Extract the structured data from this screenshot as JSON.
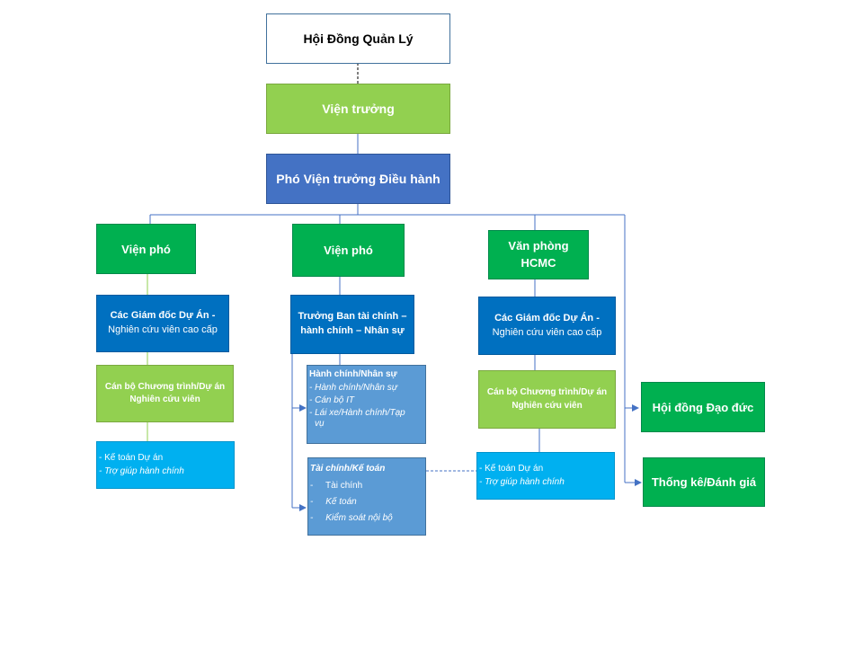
{
  "board": "Hội Đồng Quản Lý",
  "director": "Viện trưởng",
  "executive_deputy": "Phó Viện trưởng Điều hành",
  "deputy_left": "Viện phó",
  "deputy_middle": "Viện phó",
  "hcmc_office": {
    "line1": "Văn phòng",
    "line2": "HCMC"
  },
  "left_column": {
    "project_directors": {
      "line1": "Các Giám đốc Dự Án -",
      "line2": "Nghiên cứu viên cao cấp"
    },
    "program_staff": {
      "line1": "Cán bộ Chương trình/Dự án",
      "line2": "Nghiên cứu viên"
    },
    "support": {
      "item1": "- Kế toán Dự án",
      "item2": "-  Trợ giúp hành chính"
    }
  },
  "middle_column": {
    "finance_head": {
      "line1": "Trưởng Ban tài chính –",
      "line2": "hành chính – Nhân sự"
    },
    "hr_admin": {
      "title": "Hành chính/Nhân sự",
      "items": [
        "- Hành chính/Nhân sự",
        "-  Cán bộ IT",
        "-  Lái xe/Hành chính/Tạp",
        "vụ"
      ]
    },
    "finance_accounting": {
      "title": "Tài chính/Kế toán",
      "items": [
        "-     Tài chính",
        "-     Kế toán",
        "-     Kiểm soát nội bộ"
      ]
    }
  },
  "right_column": {
    "project_directors": {
      "line1": "Các Giám đốc Dự Án -",
      "line2": "Nghiên cứu viên cao cấp"
    },
    "program_staff": {
      "line1": "Cán bộ Chương trình/Dự án",
      "line2": "Nghiên cứu viên"
    },
    "support": {
      "item1": "- Kế toán Dự án",
      "item2": "-  Trợ giúp hành chính"
    }
  },
  "ethics_council": "Hội đồng Đạo đức",
  "monitoring_evaluation": "Thống kê/Đánh giá",
  "colors": {
    "connector": "#4472c4",
    "light_green": "#92d050",
    "dark_green": "#00b050",
    "mid_blue": "#4472c4",
    "dark_blue": "#0070c0",
    "light_blue": "#00b0f0",
    "steel_blue": "#5b9bd5"
  }
}
